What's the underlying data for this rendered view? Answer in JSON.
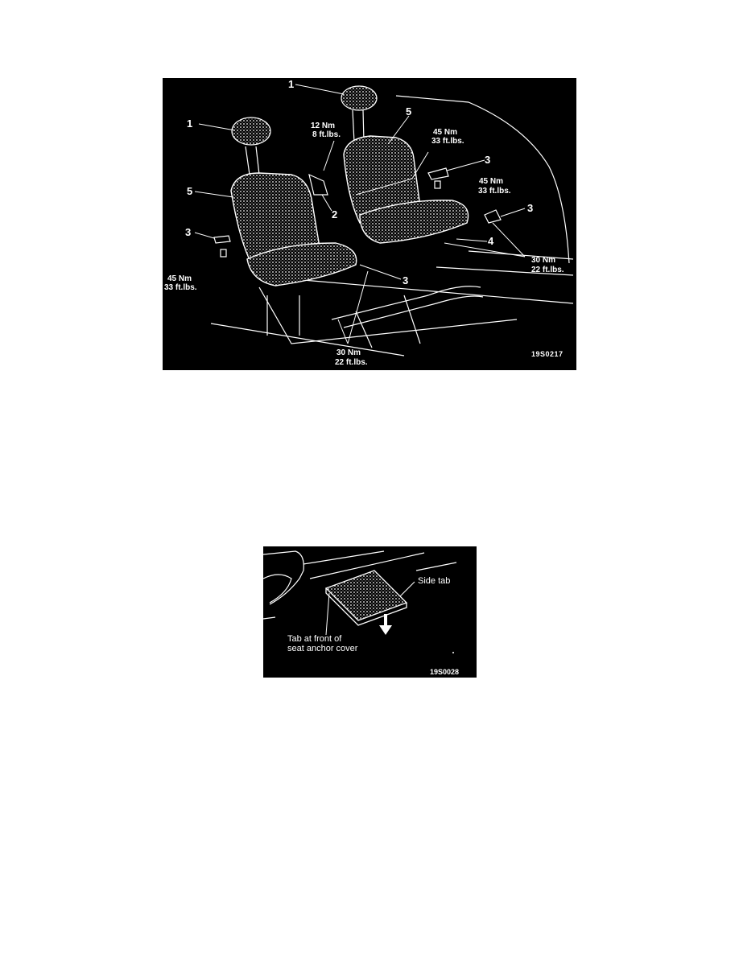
{
  "figure1": {
    "labels": {
      "headrest_left": "1",
      "headrest_right": "1",
      "seat_back_left": "5",
      "seat_back_right": "5",
      "bracket": "2",
      "anchor_cover_left": "3",
      "anchor_cover_center": "3",
      "anchor_cover_right_top": "3",
      "anchor_cover_right": "3",
      "cover_4": "4"
    },
    "torques": {
      "bracket_nm": "12 Nm",
      "bracket_ftlb": "8 ft.lbs.",
      "seatbelt_right_nm": "45 Nm",
      "seatbelt_right_ftlb": "33 ft.lbs.",
      "right_bolt_nm": "45 Nm",
      "right_bolt_ftlb": "33 ft.lbs.",
      "left_bolt_nm": "45 Nm",
      "left_bolt_ftlb": "33 ft.lbs.",
      "rear_right_nm": "30 Nm",
      "rear_right_ftlb": "22 ft.lbs.",
      "bottom_nm": "30 Nm",
      "bottom_ftlb": "22 ft.lbs."
    },
    "code": "19S0217"
  },
  "figure2": {
    "side_tab": "Side tab",
    "front_tab_line1": "Tab at front of",
    "front_tab_line2": "seat anchor cover",
    "code": "19S0028"
  }
}
